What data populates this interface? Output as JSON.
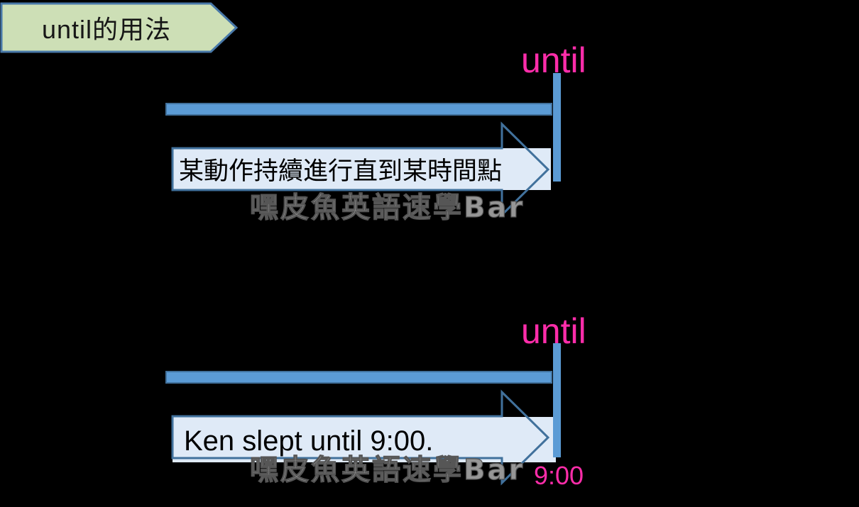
{
  "title_banner": {
    "label": "until的用法"
  },
  "colors": {
    "background": "#000000",
    "banner_fill": "#cddfb6",
    "banner_border": "#4878a8",
    "timeline_blue": "#5b9bd5",
    "timeline_border": "#41719c",
    "callout_fill": "#dfeaf7",
    "callout_outline": "#41719c",
    "highlight_pink": "#ff2daa",
    "watermark_gray": "#969696",
    "text_black": "#000000"
  },
  "sections": [
    {
      "until_label": "until",
      "callout_text": "某動作持續進行直到某時間點",
      "watermark": "嘿皮魚英語速學Bar"
    },
    {
      "until_label": "until",
      "callout_text": "Ken slept until 9:00.",
      "watermark": "嘿皮魚英語速學Bar",
      "time_label": "9:00"
    }
  ]
}
